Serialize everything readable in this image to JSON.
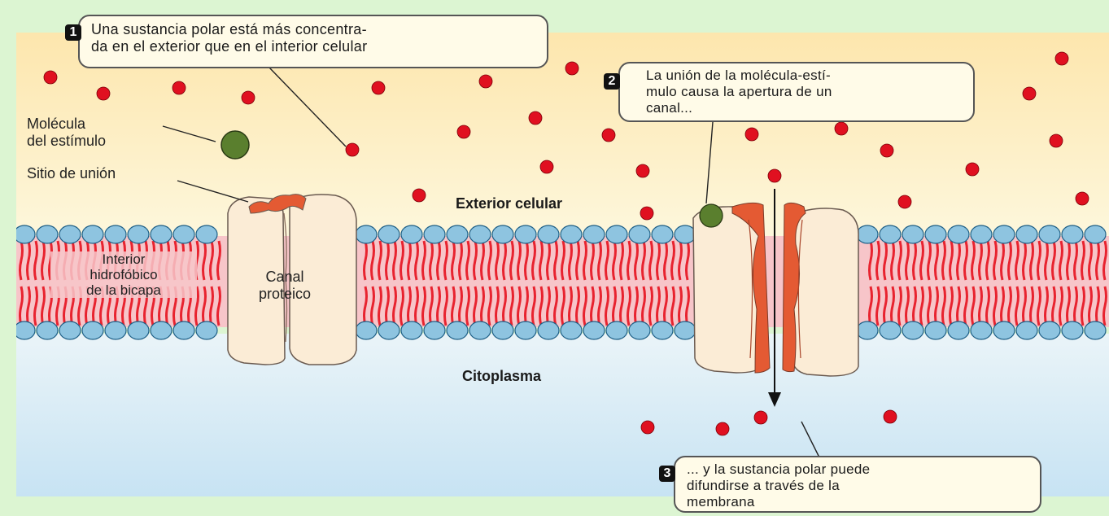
{
  "callouts": {
    "c1": {
      "number": "1",
      "text": "Una sustancia polar está más concentra-\nda en el exterior que en el interior celular"
    },
    "c2": {
      "number": "2",
      "text": "La unión de la molécula-estí-\nmulo causa la apertura de un\ncanal..."
    },
    "c3": {
      "number": "3",
      "text": "... y la sustancia polar puede\ndifundirse a través de la\nmembrana"
    }
  },
  "labels": {
    "stimulus_molecule": "Molécula\ndel estímulo",
    "binding_site": "Sitio de unión",
    "exterior": "Exterior celular",
    "cytoplasm": "Citoplasma",
    "hydrophobic_interior": "Interior\nhidrofóbico\nde la bicapa",
    "protein_channel": "Canal\nproteico"
  },
  "colors": {
    "page_background": "#dcf5d2",
    "exterior_top": "#fde6ad",
    "exterior_bottom": "#fdf7dc",
    "cytoplasm_top": "#eaf4f8",
    "cytoplasm_bottom": "#c7e3f3",
    "phospholipid_head": "#8ec4e0",
    "lipid_tail": "#e8232f",
    "channel_protein": "#fbecd6",
    "binding_site": "#e45a33",
    "stimulus_molecule": "#5a7f2e",
    "polar_molecule": "#e01020"
  }
}
